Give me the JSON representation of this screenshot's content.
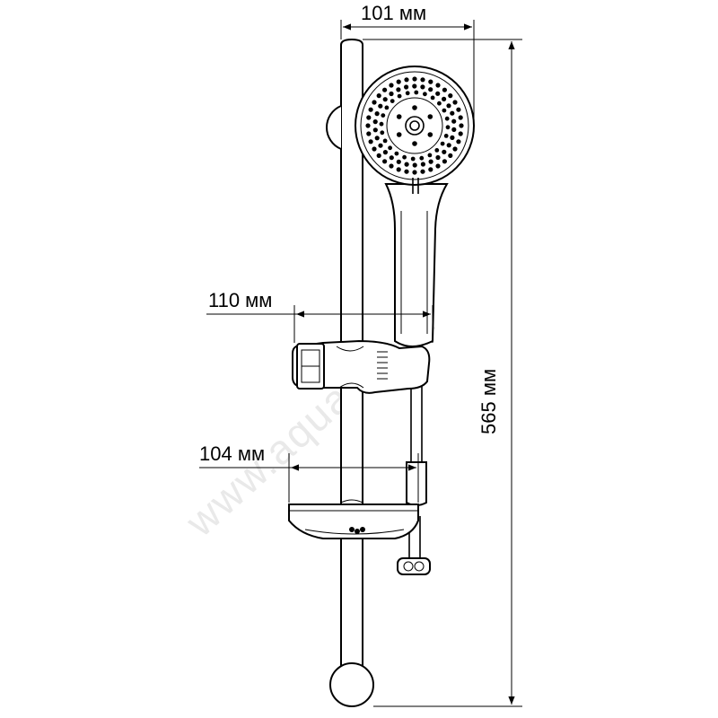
{
  "dimensions": {
    "head_width": "101 мм",
    "holder_width": "110 мм",
    "soap_dish_width": "104 мм",
    "total_height": "565 мм"
  },
  "watermark": "www.aquamir.ru"
}
